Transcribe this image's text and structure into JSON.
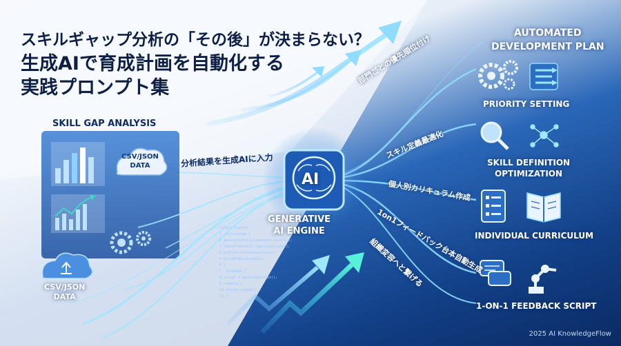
{
  "title_lines": [
    "スキルギャップ分析の「その後」が決まらない？",
    "生成AIで育成計画を自動化する",
    "実践プロンプト集"
  ],
  "left_panel": {
    "heading": "SKILL GAP ANALYSIS",
    "cloud_top_label": "CSV/JSON\nDATA",
    "cloud_bottom_label": "CSV/JSON\nDATA"
  },
  "input_label": "分析結果を生成AIに入力",
  "engine": {
    "icon_text": "AI",
    "label": "GENERATIVE\nAI ENGINE"
  },
  "branches": [
    "部門ごとの優先順位付け",
    "スキル定義最適化",
    "個人別カリキュラム作成",
    "1on1フィードバック台本自動生成",
    "組織変容へと繋げる"
  ],
  "right_panel": {
    "heading": "AUTOMATED\nDEVELOPMENT PLAN",
    "items": [
      {
        "label": "PRIORITY SETTING",
        "icons": [
          "gears-icon",
          "flow-arrows-icon"
        ]
      },
      {
        "label": "SKILL DEFINITION\nOPTIMIZATION",
        "icons": [
          "magnifier-icon",
          "network-icon"
        ]
      },
      {
        "label": "INDIVIDUAL CURRICULUM",
        "icons": [
          "tablet-list-icon",
          "open-book-icon"
        ]
      },
      {
        "label": "1-ON-1 FEEDBACK SCRIPT",
        "icons": [
          "chat-bubbles-icon",
          "robot-arm-icon"
        ]
      }
    ]
  },
  "code_snippet": [
    "<class Engine>",
    "1  .enforceGap {",
    "2    generateSkill(component.result();",
    "3    checkFramework.input.evaluate();",
    "4    profile.setPathway(true);",
    "5    buildPlan(userdata);",
    "6  }",
    "7  .feedback {",
    "8    script = generateScript();",
    "9    summary.c",
    "10   return output();",
    "11 }"
  ],
  "copyright": "2025 AI KnowledgeFlow",
  "colors": {
    "title": "#0e1f45",
    "glow": "#7fd8ff",
    "accent_teal": "#3fd6c8",
    "panel": "#2f6fc4"
  }
}
